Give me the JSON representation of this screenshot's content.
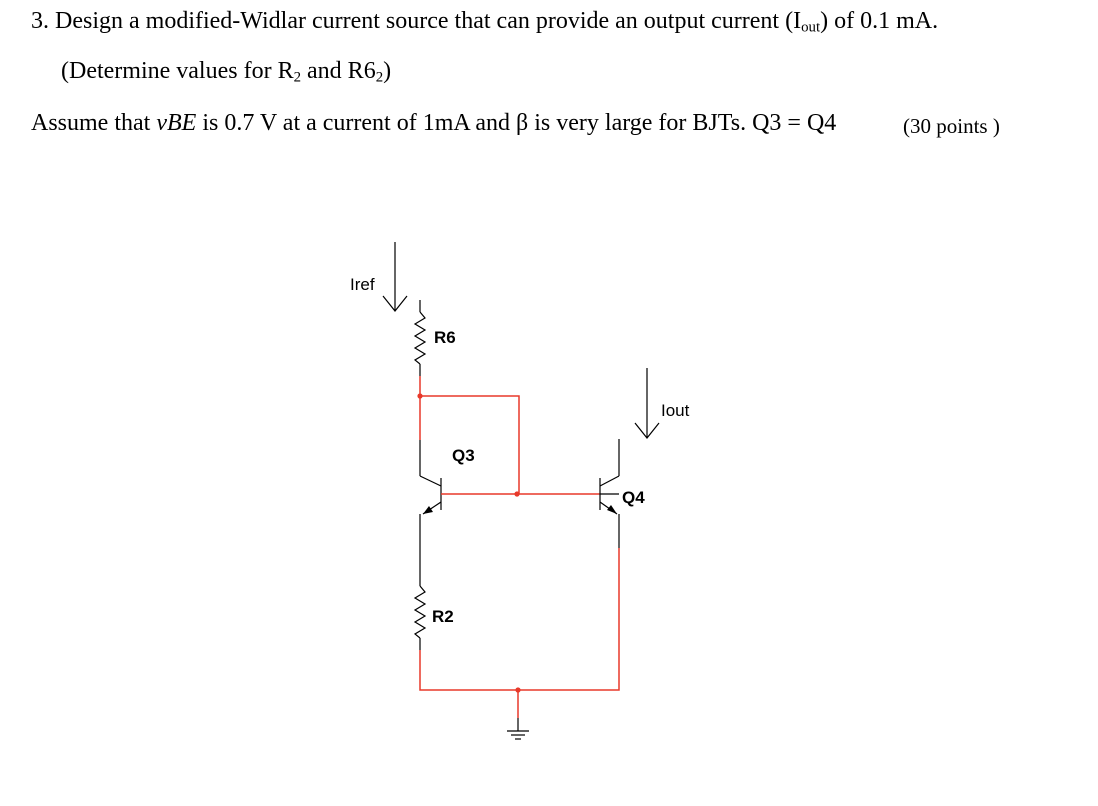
{
  "question": {
    "line1": {
      "prefix": "3. Design a modified-Widlar current source that can provide an output current (I",
      "sub": "out",
      "suffix": ") of 0.1 mA."
    },
    "line2": {
      "prefix": "(Determine values for R",
      "sub1": "2",
      "middle": " and R6",
      "sub2": "2",
      "suffix": ")"
    },
    "line3": {
      "prefix": "Assume that ",
      "vbe": "vBE",
      "suffix": " is 0.7 V at a current of 1mA and β is very large for BJTs. Q3 = Q4"
    },
    "points": "(30 points )"
  },
  "circuit": {
    "labels": {
      "iref": "Iref",
      "r6": "R6",
      "iout": "Iout",
      "q3": "Q3",
      "q4": "Q4",
      "r2": "R2"
    },
    "wire_color": "#e8392a",
    "component_color": "#000000"
  }
}
